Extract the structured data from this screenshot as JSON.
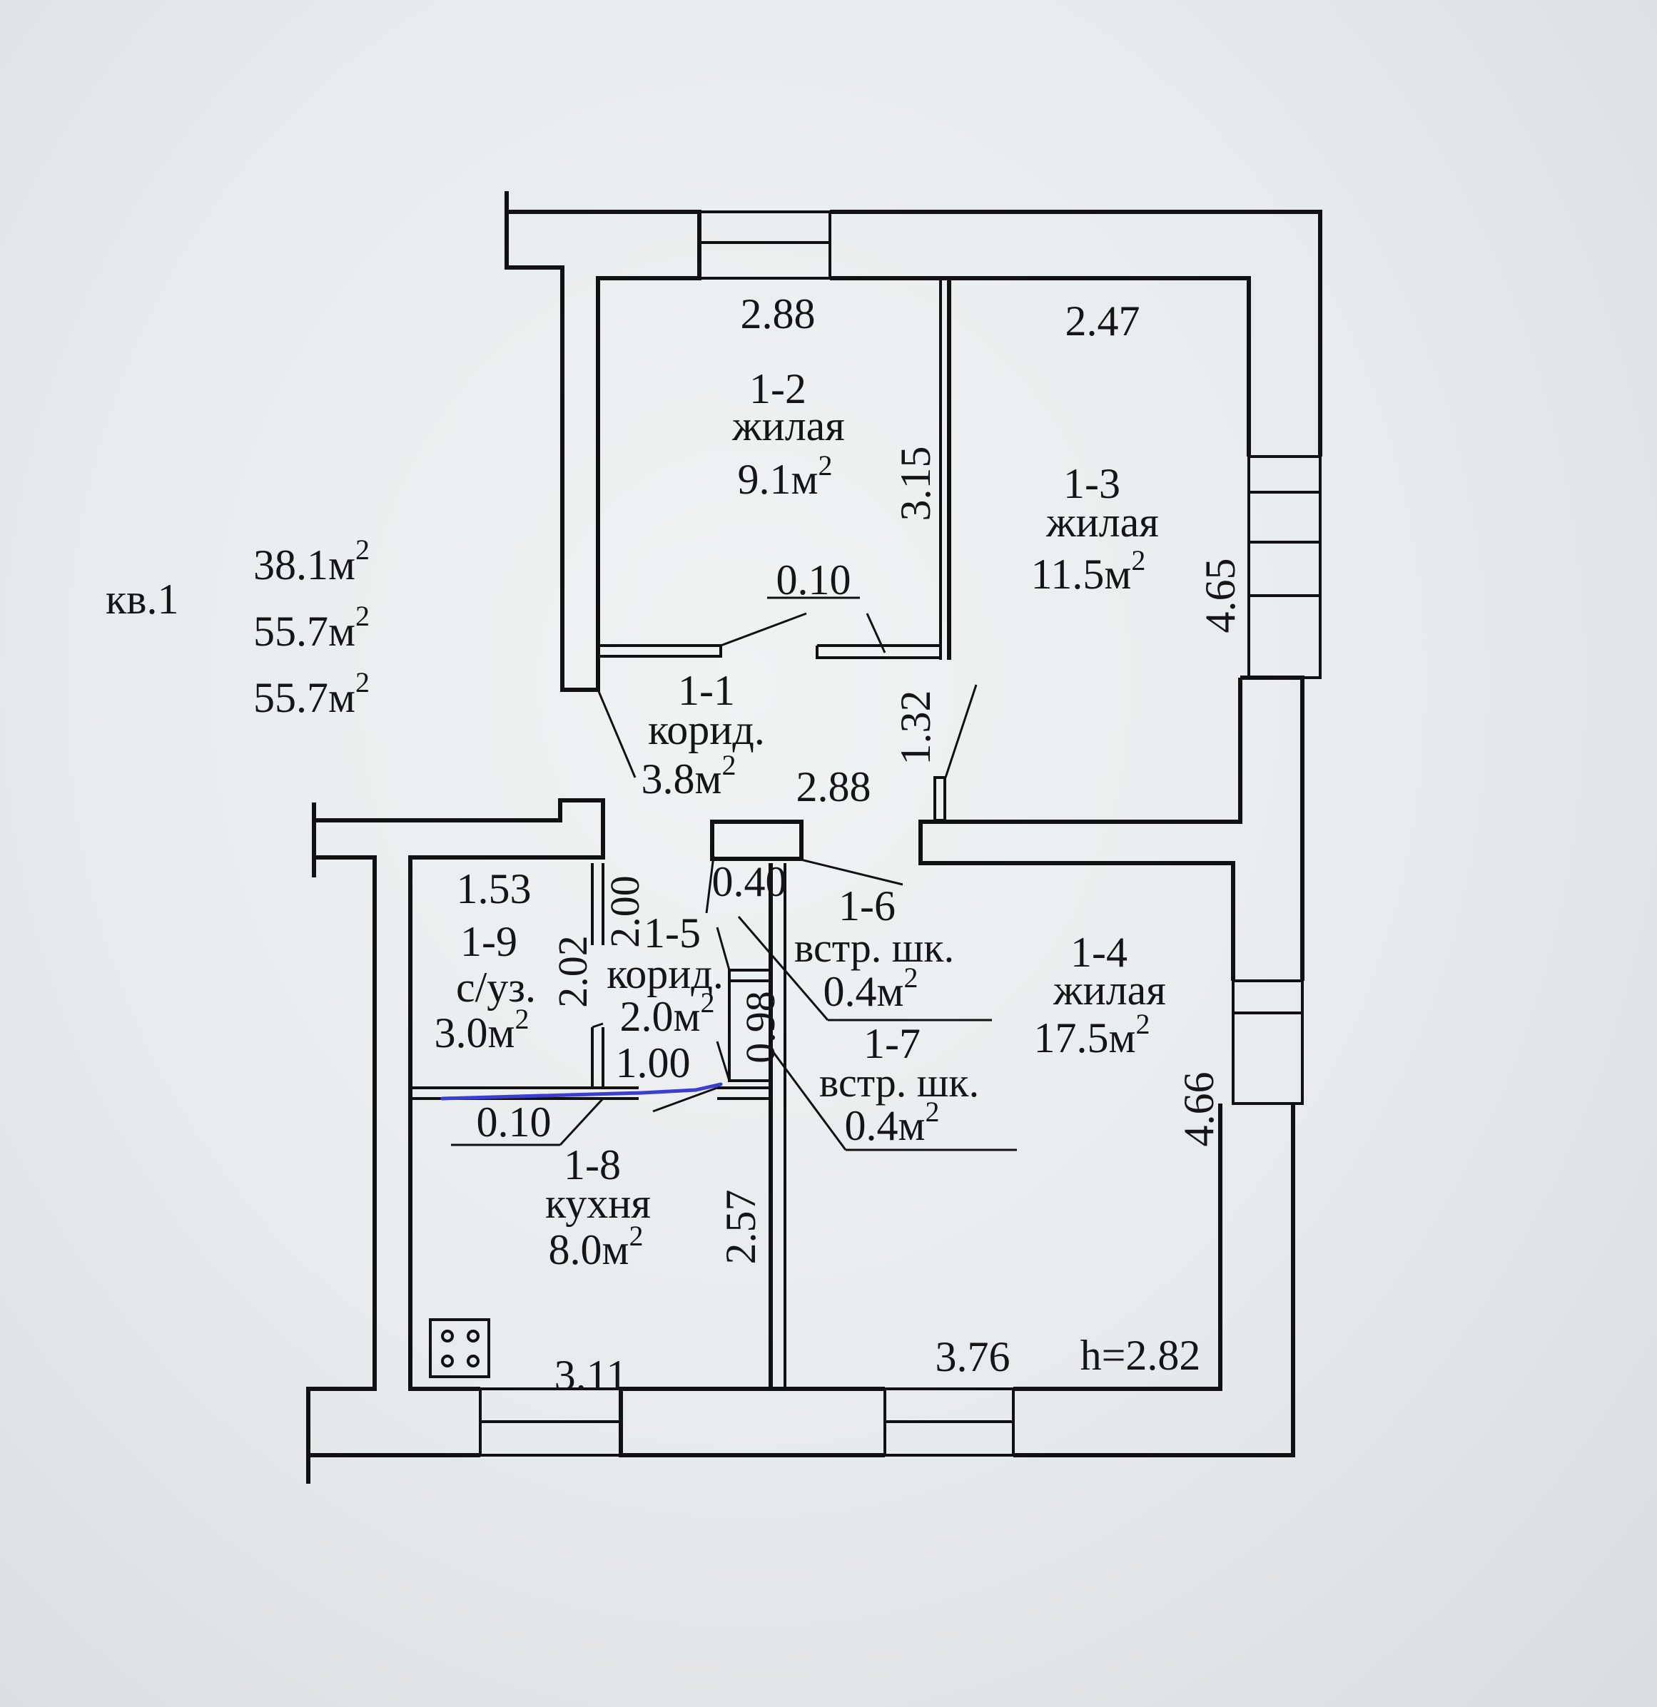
{
  "apartment": {
    "label": "кв.1",
    "areas": [
      "38.1м",
      "55.7м",
      "55.7м"
    ],
    "area_superscript": "2"
  },
  "rooms": [
    {
      "id": "1-2",
      "type": "жилая",
      "area": "9.1м",
      "sup": "2"
    },
    {
      "id": "1-3",
      "type": "жилая",
      "area": "11.5м",
      "sup": "2"
    },
    {
      "id": "1-1",
      "type": "корид.",
      "area": "3.8м",
      "sup": "2"
    },
    {
      "id": "1-9",
      "type": "с/уз.",
      "area": "3.0м",
      "sup": "2"
    },
    {
      "id": "1-5",
      "type": "корид.",
      "area": "2.0м",
      "sup": "2"
    },
    {
      "id": "1-6",
      "type": "встр. шк.",
      "area": "0.4м",
      "sup": "2"
    },
    {
      "id": "1-7",
      "type": "встр. шк.",
      "area": "0.4м",
      "sup": "2"
    },
    {
      "id": "1-4",
      "type": "жилая",
      "area": "17.5м",
      "sup": "2"
    },
    {
      "id": "1-8",
      "type": "кухня",
      "area": "8.0м",
      "sup": "2"
    }
  ],
  "dimensions": {
    "d_2_88_top": "2.88",
    "d_2_47": "2.47",
    "d_3_15": "3.15",
    "d_0_10_top": "0.10",
    "d_4_65": "4.65",
    "d_1_32": "1.32",
    "d_2_88_mid": "2.88",
    "d_1_53": "1.53",
    "d_2_00": "2.00",
    "d_2_02": "2.02",
    "d_0_40": "0.40",
    "d_0_98": "0.98",
    "d_1_00": "1.00",
    "d_0_10_bottom": "0.10",
    "d_4_66": "4.66",
    "d_2_57": "2.57",
    "d_3_11": "3.11",
    "d_3_76": "3.76"
  },
  "ceiling_height": "h=2.82",
  "colors": {
    "wall": "#111111",
    "background": "#e9ecec",
    "annotation": "#3a3fd0"
  }
}
